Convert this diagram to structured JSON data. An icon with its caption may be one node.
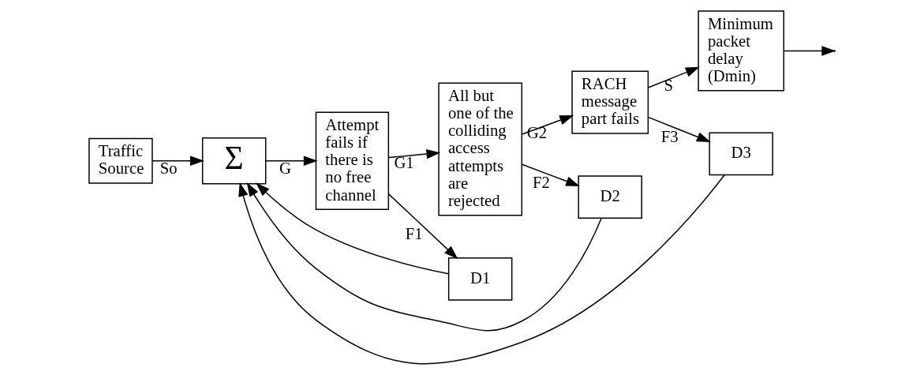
{
  "diagram": {
    "nodes": [
      {
        "text": [
          "Traffic Source"
        ]
      },
      {
        "text": [
          "Σ"
        ]
      },
      {
        "text": [
          "Attempt fails if there is no free channel"
        ]
      },
      {
        "text": [
          "All but one of the colliding access attempts are rejected"
        ]
      },
      {
        "text": [
          "RACH message part fails"
        ]
      },
      {
        "text": [
          "Minimum packet delay (Dmin)"
        ]
      },
      {
        "text": [
          "D1"
        ]
      },
      {
        "text": [
          "D2"
        ]
      },
      {
        "text": [
          "D3"
        ]
      }
    ],
    "edges": [
      {
        "from": 0,
        "to": 1,
        "arrow": "to",
        "label": "So"
      },
      {
        "from": 1,
        "to": 2,
        "arrow": "to",
        "label": "G"
      },
      {
        "from": 2,
        "to": 3,
        "arrow": "to",
        "label": "G1"
      },
      {
        "from": 3,
        "to": 4,
        "arrow": "to",
        "label": "G2"
      },
      {
        "from": 4,
        "to": 5,
        "arrow": "to",
        "label": "S"
      },
      {
        "from": 2,
        "to": 6,
        "arrow": "to",
        "label": "F1"
      },
      {
        "from": 3,
        "to": 7,
        "arrow": "to",
        "label": "F2"
      },
      {
        "from": 4,
        "to": 8,
        "arrow": "to",
        "label": "F3"
      },
      {
        "from": 6,
        "to": 1,
        "arrow": "to"
      },
      {
        "from": 7,
        "to": 1,
        "arrow": "to"
      },
      {
        "from": 8,
        "to": 1,
        "arrow": "to"
      },
      {
        "from": 5,
        "to": null,
        "arrow": "to"
      }
    ]
  }
}
